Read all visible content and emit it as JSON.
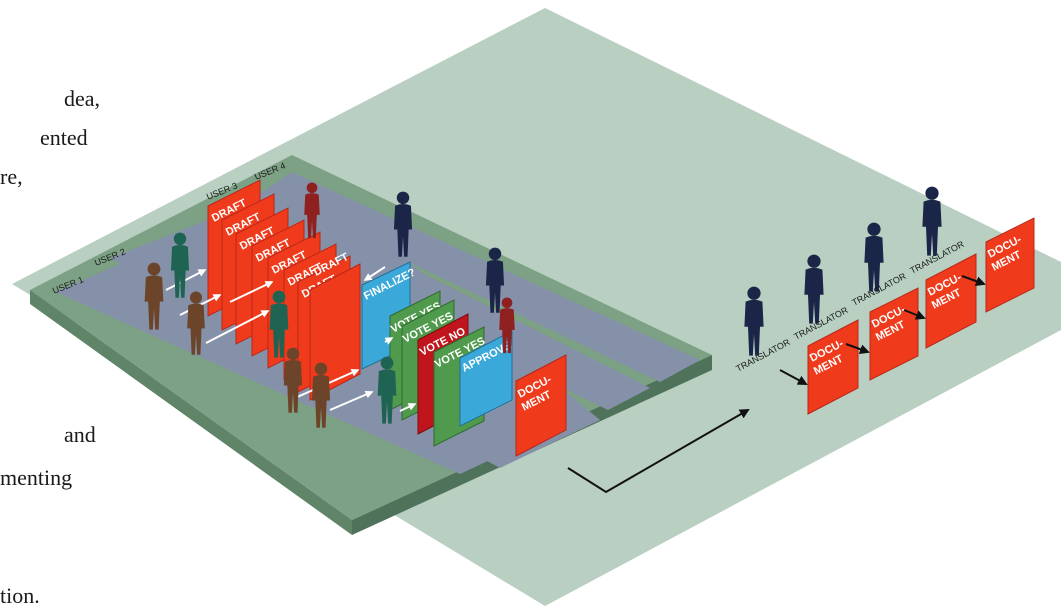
{
  "side_text": [
    "dea,",
    "ented",
    "re,",
    "and",
    "menting",
    "tion."
  ],
  "lanes": [
    "USER 1",
    "USER 2",
    "USER 3",
    "USER 4"
  ],
  "cards": {
    "draft": "DRAFT",
    "finalize": "FINALIZE?",
    "vote_yes": "VOTE YES",
    "vote_no": "VOTE NO",
    "approve": "APPROVE",
    "doc_top": "DOCU-",
    "doc_bottom": "MENT"
  },
  "translator": "TRANSLATOR",
  "colors": {
    "background": "#b8cfc1",
    "platform_top": "#7da185",
    "platform_side": "#5f8467",
    "lane": "#8591a8",
    "draft": "#ef3a1c",
    "vote_yes": "#4f9a4c",
    "vote_no": "#c0151c",
    "finalize": "#3aa8d8",
    "person_brown": "#6b4429",
    "person_teal": "#1f6453",
    "person_navy": "#1b2547",
    "person_red": "#8e2020"
  }
}
